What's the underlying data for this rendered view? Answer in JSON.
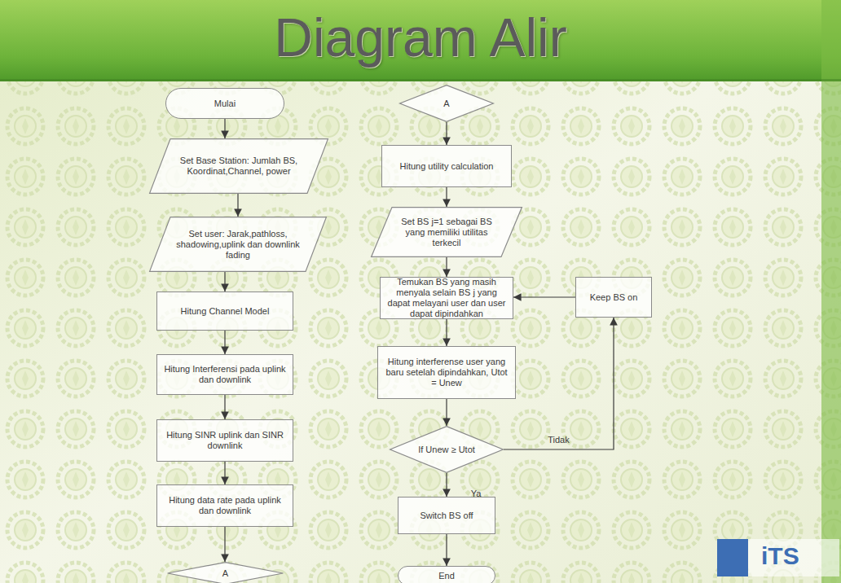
{
  "diagram": {
    "title": "Diagram Alir",
    "nodes": [
      {
        "text": [
          "Mulai"
        ]
      },
      {
        "text": [
          "Set Base Station: Jumlah BS, Koordinat,Channel, power"
        ]
      },
      {
        "text": [
          "Set user: Jarak,pathloss, shadowing,uplink dan downlink fading"
        ]
      },
      {
        "text": [
          "Hitung Channel Model"
        ]
      },
      {
        "text": [
          "Hitung Interferensi pada uplink dan downlink"
        ]
      },
      {
        "text": [
          "Hitung SINR uplink dan SINR downlink"
        ]
      },
      {
        "text": [
          "Hitung data rate pada uplink dan downlink"
        ]
      },
      {
        "text": [
          "A"
        ]
      },
      {
        "text": [
          "A"
        ]
      },
      {
        "text": [
          "Hitung utility calculation"
        ]
      },
      {
        "text": [
          "Set BS j=1 sebagai BS yang memiliki utilitas terkecil"
        ]
      },
      {
        "text": [
          "Temukan BS yang masih menyala selain BS j yang dapat melayani user dan user dapat dipindahkan"
        ]
      },
      {
        "text": [
          "Hitung interferense user yang baru setelah dipindahkan, Utot = Unew"
        ]
      },
      {
        "text": [
          "If Unew ≥ Utot"
        ]
      },
      {
        "text": [
          "Switch BS off"
        ]
      },
      {
        "text": [
          "End"
        ]
      },
      {
        "text": [
          "Keep BS on"
        ]
      }
    ],
    "edges": [
      {
        "from": 0,
        "to": 1,
        "arrow": "to"
      },
      {
        "from": 1,
        "to": 2,
        "arrow": "to"
      },
      {
        "from": 2,
        "to": 3,
        "arrow": "to"
      },
      {
        "from": 3,
        "to": 4,
        "arrow": "to"
      },
      {
        "from": 4,
        "to": 5,
        "arrow": "to"
      },
      {
        "from": 5,
        "to": 6,
        "arrow": "to"
      },
      {
        "from": 6,
        "to": 7,
        "arrow": "to"
      },
      {
        "from": 8,
        "to": 9,
        "arrow": "to"
      },
      {
        "from": 9,
        "to": 10,
        "arrow": "to"
      },
      {
        "from": 10,
        "to": 11,
        "arrow": "to"
      },
      {
        "from": 11,
        "to": 12,
        "arrow": "to"
      },
      {
        "from": 12,
        "to": 13,
        "arrow": "to"
      },
      {
        "from": 13,
        "to": 14,
        "label": "Ya",
        "arrow": "to"
      },
      {
        "from": 14,
        "to": 15,
        "arrow": "to"
      },
      {
        "from": 13,
        "to": 16,
        "label": "Tidak",
        "arrow": "to"
      },
      {
        "from": 16,
        "to": 11,
        "arrow": "to"
      }
    ],
    "labels": [
      "iTS"
    ]
  }
}
